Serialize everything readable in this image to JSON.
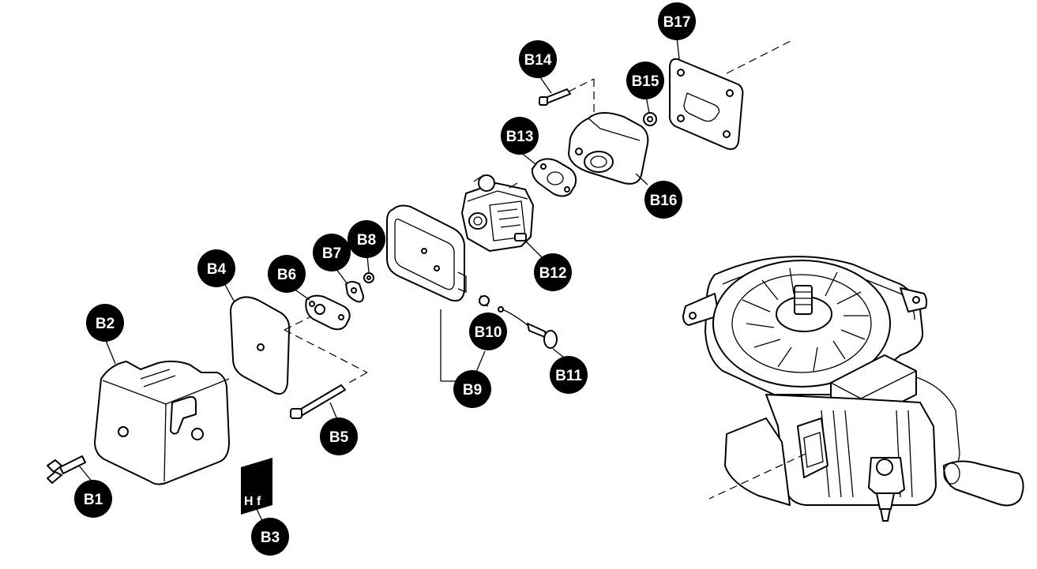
{
  "callouts": [
    {
      "id": "b1",
      "label": "B1"
    },
    {
      "id": "b2",
      "label": "B2"
    },
    {
      "id": "b3",
      "label": "B3"
    },
    {
      "id": "b4",
      "label": "B4"
    },
    {
      "id": "b5",
      "label": "B5"
    },
    {
      "id": "b6",
      "label": "B6"
    },
    {
      "id": "b7",
      "label": "B7"
    },
    {
      "id": "b8",
      "label": "B8"
    },
    {
      "id": "b9",
      "label": "B9"
    },
    {
      "id": "b10",
      "label": "B10"
    },
    {
      "id": "b11",
      "label": "B11"
    },
    {
      "id": "b12",
      "label": "B12"
    },
    {
      "id": "b13",
      "label": "B13"
    },
    {
      "id": "b14",
      "label": "B14"
    },
    {
      "id": "b15",
      "label": "B15"
    },
    {
      "id": "b16",
      "label": "B16"
    },
    {
      "id": "b17",
      "label": "B17"
    }
  ],
  "decal_text": "H f"
}
